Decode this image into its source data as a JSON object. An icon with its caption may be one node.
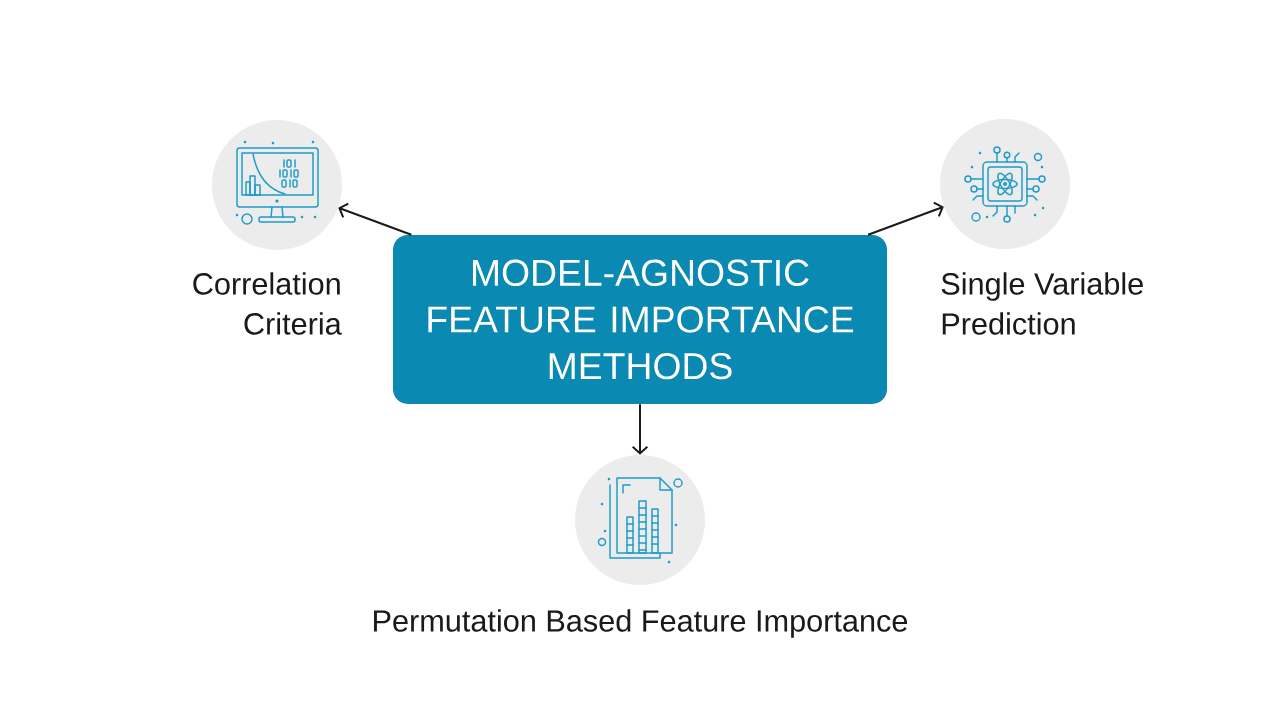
{
  "diagram": {
    "nodes": [
      {
        "text": [
          "MODEL-AGNOSTIC FEATURE IMPORTANCE METHODS"
        ]
      },
      {
        "text": [],
        "shape": "circle",
        "beside": [
          "Correlation Criteria"
        ]
      },
      {
        "text": [],
        "shape": "circle",
        "beside": [
          "Single Variable Prediction"
        ]
      },
      {
        "text": [],
        "shape": "circle",
        "beside": [
          "Permutation Based Feature Importance"
        ]
      }
    ],
    "edges": [
      {
        "from": 0,
        "to": 1,
        "arrow": "to"
      },
      {
        "from": 0,
        "to": 2,
        "arrow": "to"
      },
      {
        "from": 0,
        "to": 3,
        "arrow": "to"
      }
    ]
  }
}
